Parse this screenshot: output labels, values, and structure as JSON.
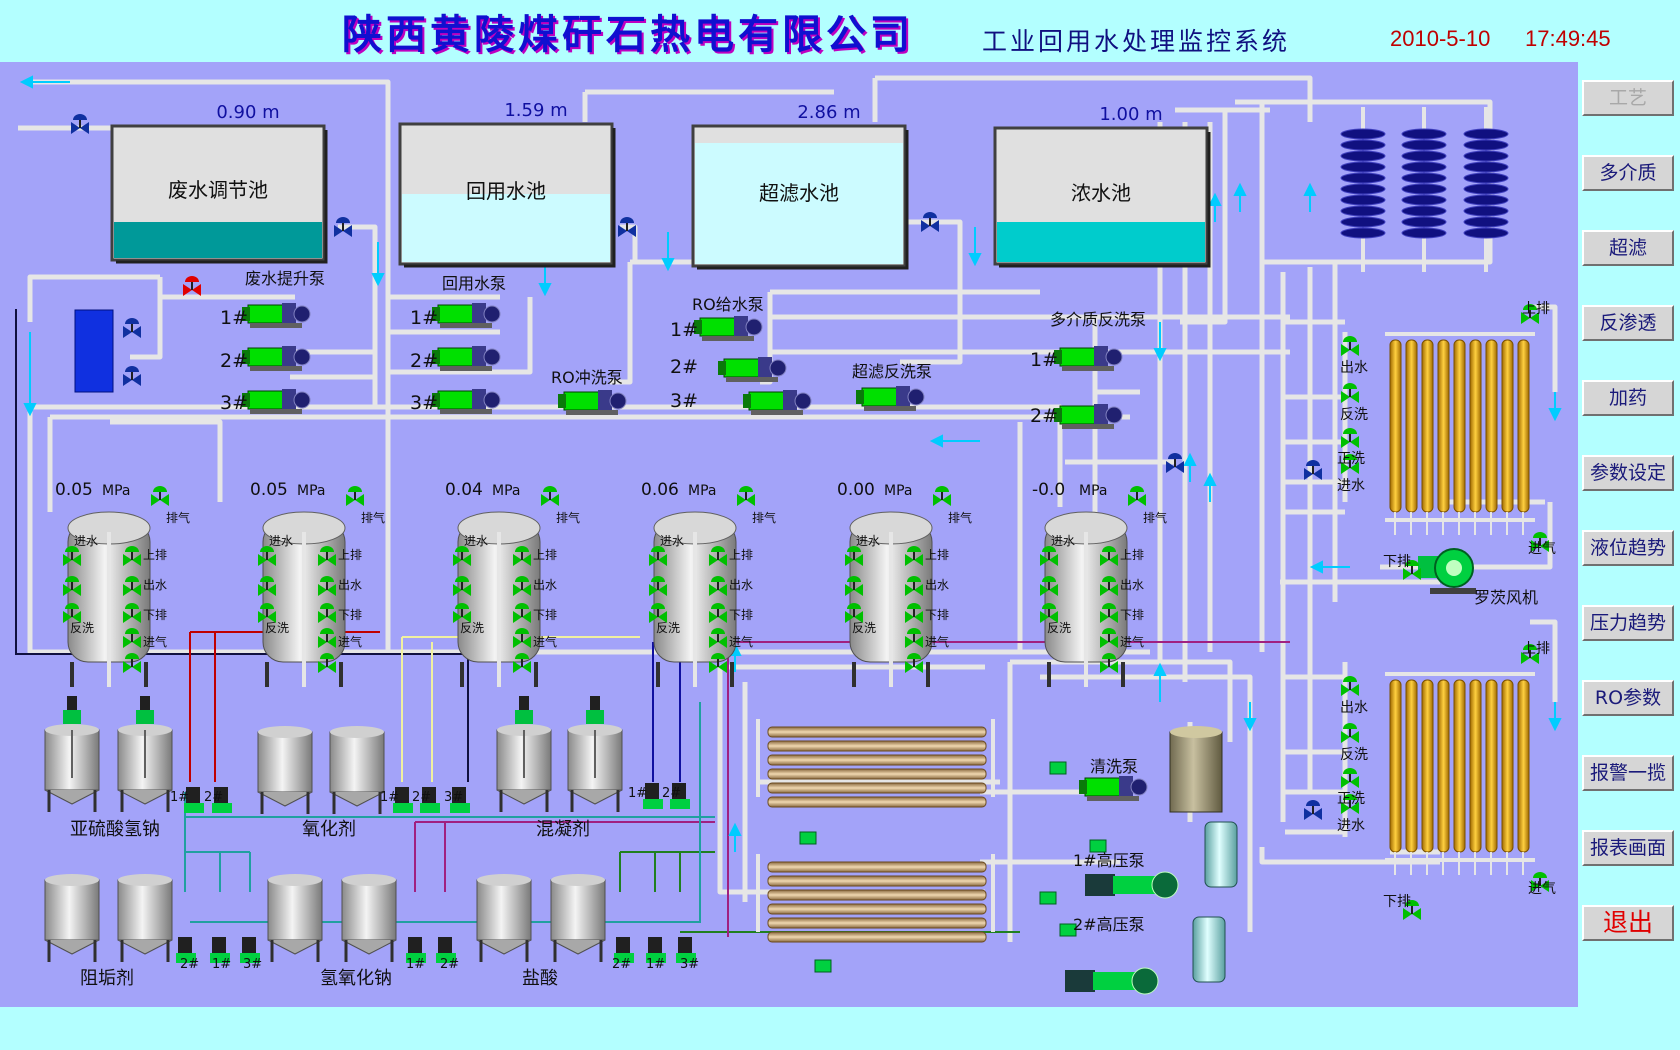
{
  "header": {
    "company": "陕西黄陵煤矸石热电有限公司",
    "system": "工业回用水处理监控系统",
    "date": "2010-5-10",
    "time": "17:49:45"
  },
  "tanks": [
    {
      "label": "废水调节池",
      "level_text": "0.90 m",
      "level": 0.28
    },
    {
      "label": "回用水池",
      "level_text": "1.59 m",
      "level": 0.5
    },
    {
      "label": "超滤水池",
      "level_text": "2.86 m",
      "level": 0.88
    },
    {
      "label": "浓水池",
      "level_text": "1.00 m",
      "level": 0.31
    }
  ],
  "pump_groups": {
    "wastewater_lift": {
      "label": "废水提升泵",
      "units": [
        "1#",
        "2#",
        "3#"
      ]
    },
    "reuse_water": {
      "label": "回用水泵",
      "units": [
        "1#",
        "2#",
        "3#"
      ]
    },
    "ro_feed": {
      "label": "RO给水泵",
      "units": [
        "1#",
        "2#",
        "3#"
      ]
    },
    "ro_flush": {
      "label": "RO冲洗泵"
    },
    "uf_backwash": {
      "label": "超滤反洗泵"
    },
    "multimedia_backwash": {
      "label": "多介质反洗泵",
      "units": [
        "1#",
        "2#"
      ]
    },
    "cleaning": {
      "label": "清洗泵"
    },
    "high_pressure_1": {
      "label": "1#高压泵"
    },
    "high_pressure_2": {
      "label": "2#高压泵"
    }
  },
  "filters": [
    {
      "pressure": "0.05",
      "unit": "MPa"
    },
    {
      "pressure": "0.05",
      "unit": "MPa"
    },
    {
      "pressure": "0.04",
      "unit": "MPa"
    },
    {
      "pressure": "0.06",
      "unit": "MPa"
    },
    {
      "pressure": "0.00",
      "unit": "MPa"
    },
    {
      "pressure": "-0.0",
      "unit": "MPa"
    }
  ],
  "filter_valves": {
    "vent": "排气",
    "inlet": "进水",
    "top_drain": "上排",
    "outlet": "出水",
    "backwash": "反洗",
    "bottom_drain": "下排",
    "air_in": "进气"
  },
  "uf_valves": {
    "top_drain": "上排",
    "outlet": "出水",
    "backwash": "反洗",
    "forward_wash": "正洗",
    "inlet": "进水",
    "bottom_drain": "下排",
    "air_in": "进气"
  },
  "blower": "罗茨风机",
  "chemicals": {
    "sodium_bisulfite": {
      "label": "亚硫酸氢钠",
      "pumps": [
        "1#",
        "2#"
      ]
    },
    "oxidant": {
      "label": "氧化剂",
      "pumps": [
        "1#",
        "2#",
        "3#"
      ]
    },
    "coagulant": {
      "label": "混凝剂",
      "pumps": [
        "1#",
        "2#"
      ]
    },
    "antiscalant": {
      "label": "阻垢剂",
      "pumps": [
        "2#",
        "1#",
        "3#"
      ]
    },
    "sodium_hydroxide": {
      "label": "氢氧化钠",
      "pumps": [
        "1#",
        "2#"
      ]
    },
    "hydrochloric_acid": {
      "label": "盐酸",
      "pumps": [
        "2#",
        "1#",
        "3#"
      ]
    }
  },
  "nav": [
    {
      "label": "工艺",
      "disabled": true
    },
    {
      "label": "多介质"
    },
    {
      "label": "超滤"
    },
    {
      "label": "反渗透"
    },
    {
      "label": "加药"
    },
    {
      "label": "参数设定"
    },
    {
      "label": "液位趋势"
    },
    {
      "label": "压力趋势"
    },
    {
      "label": "RO参数"
    },
    {
      "label": "报警一揽"
    },
    {
      "label": "报表画面"
    },
    {
      "label": "退出",
      "exit": true
    }
  ],
  "colors": {
    "background": "#a3a3f9",
    "header": "#b3ffff",
    "pipe": "#e6e6e6",
    "water": "#00cccc",
    "tank_empty": "#e0e0e0",
    "pump_running": "#00e000",
    "valve_open": "#00c000",
    "valve_alarm": "#e00000",
    "membrane": "#f0a000",
    "title": "#1010d0",
    "clock": "#c00000"
  }
}
